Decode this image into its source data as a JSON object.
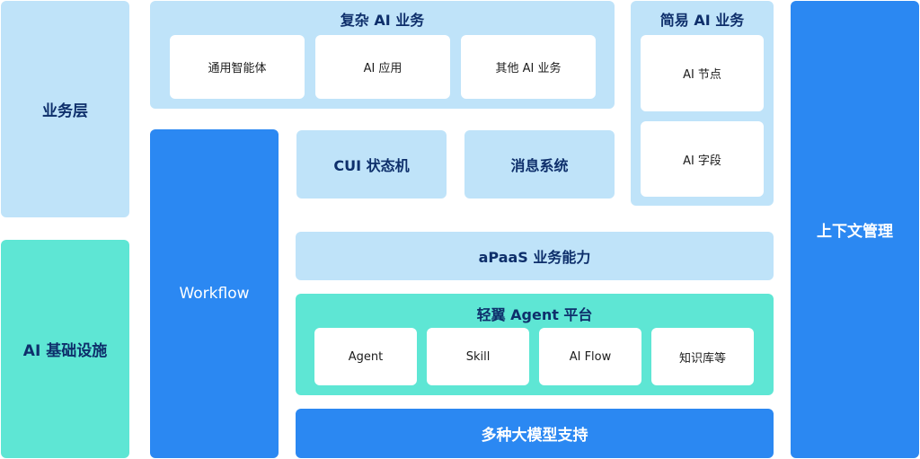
{
  "left": {
    "business_layer": "业务层",
    "ai_infra": "AI 基础设施"
  },
  "complex_ai": {
    "title": "复杂 AI 业务",
    "items": [
      "通用智能体",
      "AI 应用",
      "其他 AI 业务"
    ]
  },
  "simple_ai": {
    "title": "简易 AI 业务",
    "items": [
      "AI 节点",
      "AI 字段"
    ]
  },
  "workflow": "Workflow",
  "cui_state_machine": "CUI 状态机",
  "message_system": "消息系统",
  "apaas": "aPaaS 业务能力",
  "agent_platform": {
    "title": "轻翼 Agent 平台",
    "items": [
      "Agent",
      "Skill",
      "AI Flow",
      "知识库等"
    ]
  },
  "multi_model": "多种大模型支持",
  "context_mgmt": "上下文管理",
  "colors": {
    "light_blue": "#bfe3f9",
    "teal": "#5ee6d4",
    "blue": "#2b88f2",
    "dark_text": "#0e2f6b"
  }
}
